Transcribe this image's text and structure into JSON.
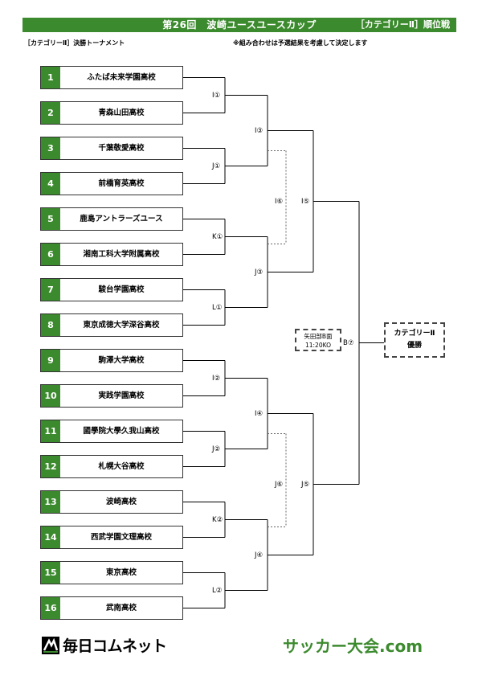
{
  "header": {
    "title": "第26回　波崎ユースユースカップ",
    "category": "［カテゴリーⅡ］順位戦"
  },
  "subheader": {
    "left": "［カテゴリーⅡ］決勝トーナメント",
    "right": "※組み合わせは予選結果を考慮して決定します"
  },
  "teams": [
    {
      "num": "1",
      "name": "ふたば未来学園高校"
    },
    {
      "num": "2",
      "name": "青森山田高校"
    },
    {
      "num": "3",
      "name": "千葉敬愛高校"
    },
    {
      "num": "4",
      "name": "前橋育英高校"
    },
    {
      "num": "5",
      "name": "鹿島アントラーズユース"
    },
    {
      "num": "6",
      "name": "湘南工科大学附属高校"
    },
    {
      "num": "7",
      "name": "駿台学園高校"
    },
    {
      "num": "8",
      "name": "東京成徳大学深谷高校"
    },
    {
      "num": "9",
      "name": "駒澤大学高校"
    },
    {
      "num": "10",
      "name": "実践学園高校"
    },
    {
      "num": "11",
      "name": "國學院大學久我山高校"
    },
    {
      "num": "12",
      "name": "札幌大谷高校"
    },
    {
      "num": "13",
      "name": "波崎高校"
    },
    {
      "num": "14",
      "name": "西武学園文理高校"
    },
    {
      "num": "15",
      "name": "東京高校"
    },
    {
      "num": "16",
      "name": "武南高校"
    }
  ],
  "games": {
    "r1": [
      "I①",
      "J①",
      "K①",
      "L①",
      "I②",
      "J②",
      "K②",
      "L②"
    ],
    "r2": [
      "I③",
      "J③",
      "I④",
      "J④"
    ],
    "r3_top": "I⑤",
    "r3_bottom": "J⑤",
    "third_top": "I⑥",
    "third_bottom": "J⑥",
    "final": "B⑦"
  },
  "venue": {
    "line1": "矢田部B面",
    "line2": "11:20KO"
  },
  "champion": {
    "line1": "カテゴリーⅡ",
    "line2": "優勝"
  },
  "logos": {
    "left": "毎日コムネット",
    "right": "サッカー大会.com"
  },
  "colors": {
    "accent": "#3c8a2e"
  }
}
